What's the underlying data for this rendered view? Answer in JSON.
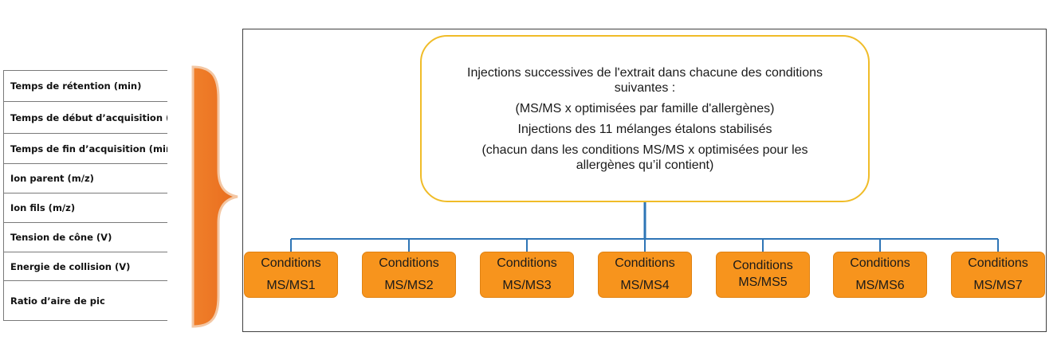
{
  "parameters": [
    "Temps de rétention (min)",
    "Temps de début d’acquisition (min)",
    "Temps de fin d’acquisition (min)",
    "Ion parent (m/z)",
    "Ion fils (m/z)",
    "Tension de cône (V)",
    "Energie de collision (V)",
    "Ratio d’aire de pic"
  ],
  "top_box": {
    "line1": "Injections successives de l'extrait dans chacune des conditions",
    "line2": "suivantes :",
    "line3": "(MS/MS x optimisées par famille d'allergènes)",
    "line4": "Injections des 11 mélanges étalons stabilisés",
    "line5": "(chacun dans les conditions MS/MS x optimisées pour les",
    "line6": "allergènes qu’il contient)"
  },
  "conditions": [
    {
      "line1": "Conditions",
      "line2": "MS/MS1"
    },
    {
      "line1": "Conditions",
      "line2": "MS/MS2"
    },
    {
      "line1": "Conditions",
      "line2": "MS/MS3"
    },
    {
      "line1": "Conditions",
      "line2": "MS/MS4"
    },
    {
      "line1": "Conditions",
      "line2": "MS/MS5"
    },
    {
      "line1": "Conditions",
      "line2": "MS/MS6"
    },
    {
      "line1": "Conditions",
      "line2": "MS/MS7"
    }
  ],
  "colors": {
    "brace": "#f07f2a",
    "top_box_border": "#f0bc28",
    "condition_fill": "#f7941d",
    "connector": "#2e75b6"
  }
}
